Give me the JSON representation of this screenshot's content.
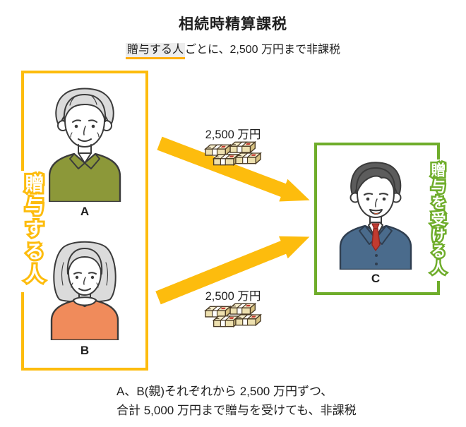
{
  "title": "相続時精算課税",
  "subtitle": {
    "highlighted": "贈与する人",
    "rest": "ごとに、2,500 万円まで非課税"
  },
  "donor_box": {
    "label": "贈与する人",
    "persons": [
      {
        "name": "A",
        "depicts": "elderly-man-green-sweater"
      },
      {
        "name": "B",
        "depicts": "elderly-woman-orange-top"
      }
    ]
  },
  "recipient_box": {
    "label": "贈与を受ける人",
    "person": {
      "name": "C",
      "depicts": "man-blue-suit-red-tie"
    }
  },
  "gifts": [
    {
      "from": "A",
      "to": "C",
      "amount": "2,500 万円",
      "icon": "money-stack-icon"
    },
    {
      "from": "B",
      "to": "C",
      "amount": "2,500 万円",
      "icon": "money-stack-icon"
    }
  ],
  "caption": {
    "line1": "A、B(親)それぞれから 2,500 万円ずつ、",
    "line2": "合計 5,000 万円まで贈与を受けても、非課税"
  },
  "colors": {
    "accent_yellow": "#FDBC0D",
    "underline_orange": "#FFAE0C",
    "accent_green": "#6FAD2B",
    "highlight_bg": "#EDEDED",
    "text": "#1F1F1F",
    "sweater_olive": "#8C9839",
    "blouse_coral": "#F08B5B",
    "suit_blue": "#4A6B8C",
    "tie_red": "#C13B30"
  }
}
